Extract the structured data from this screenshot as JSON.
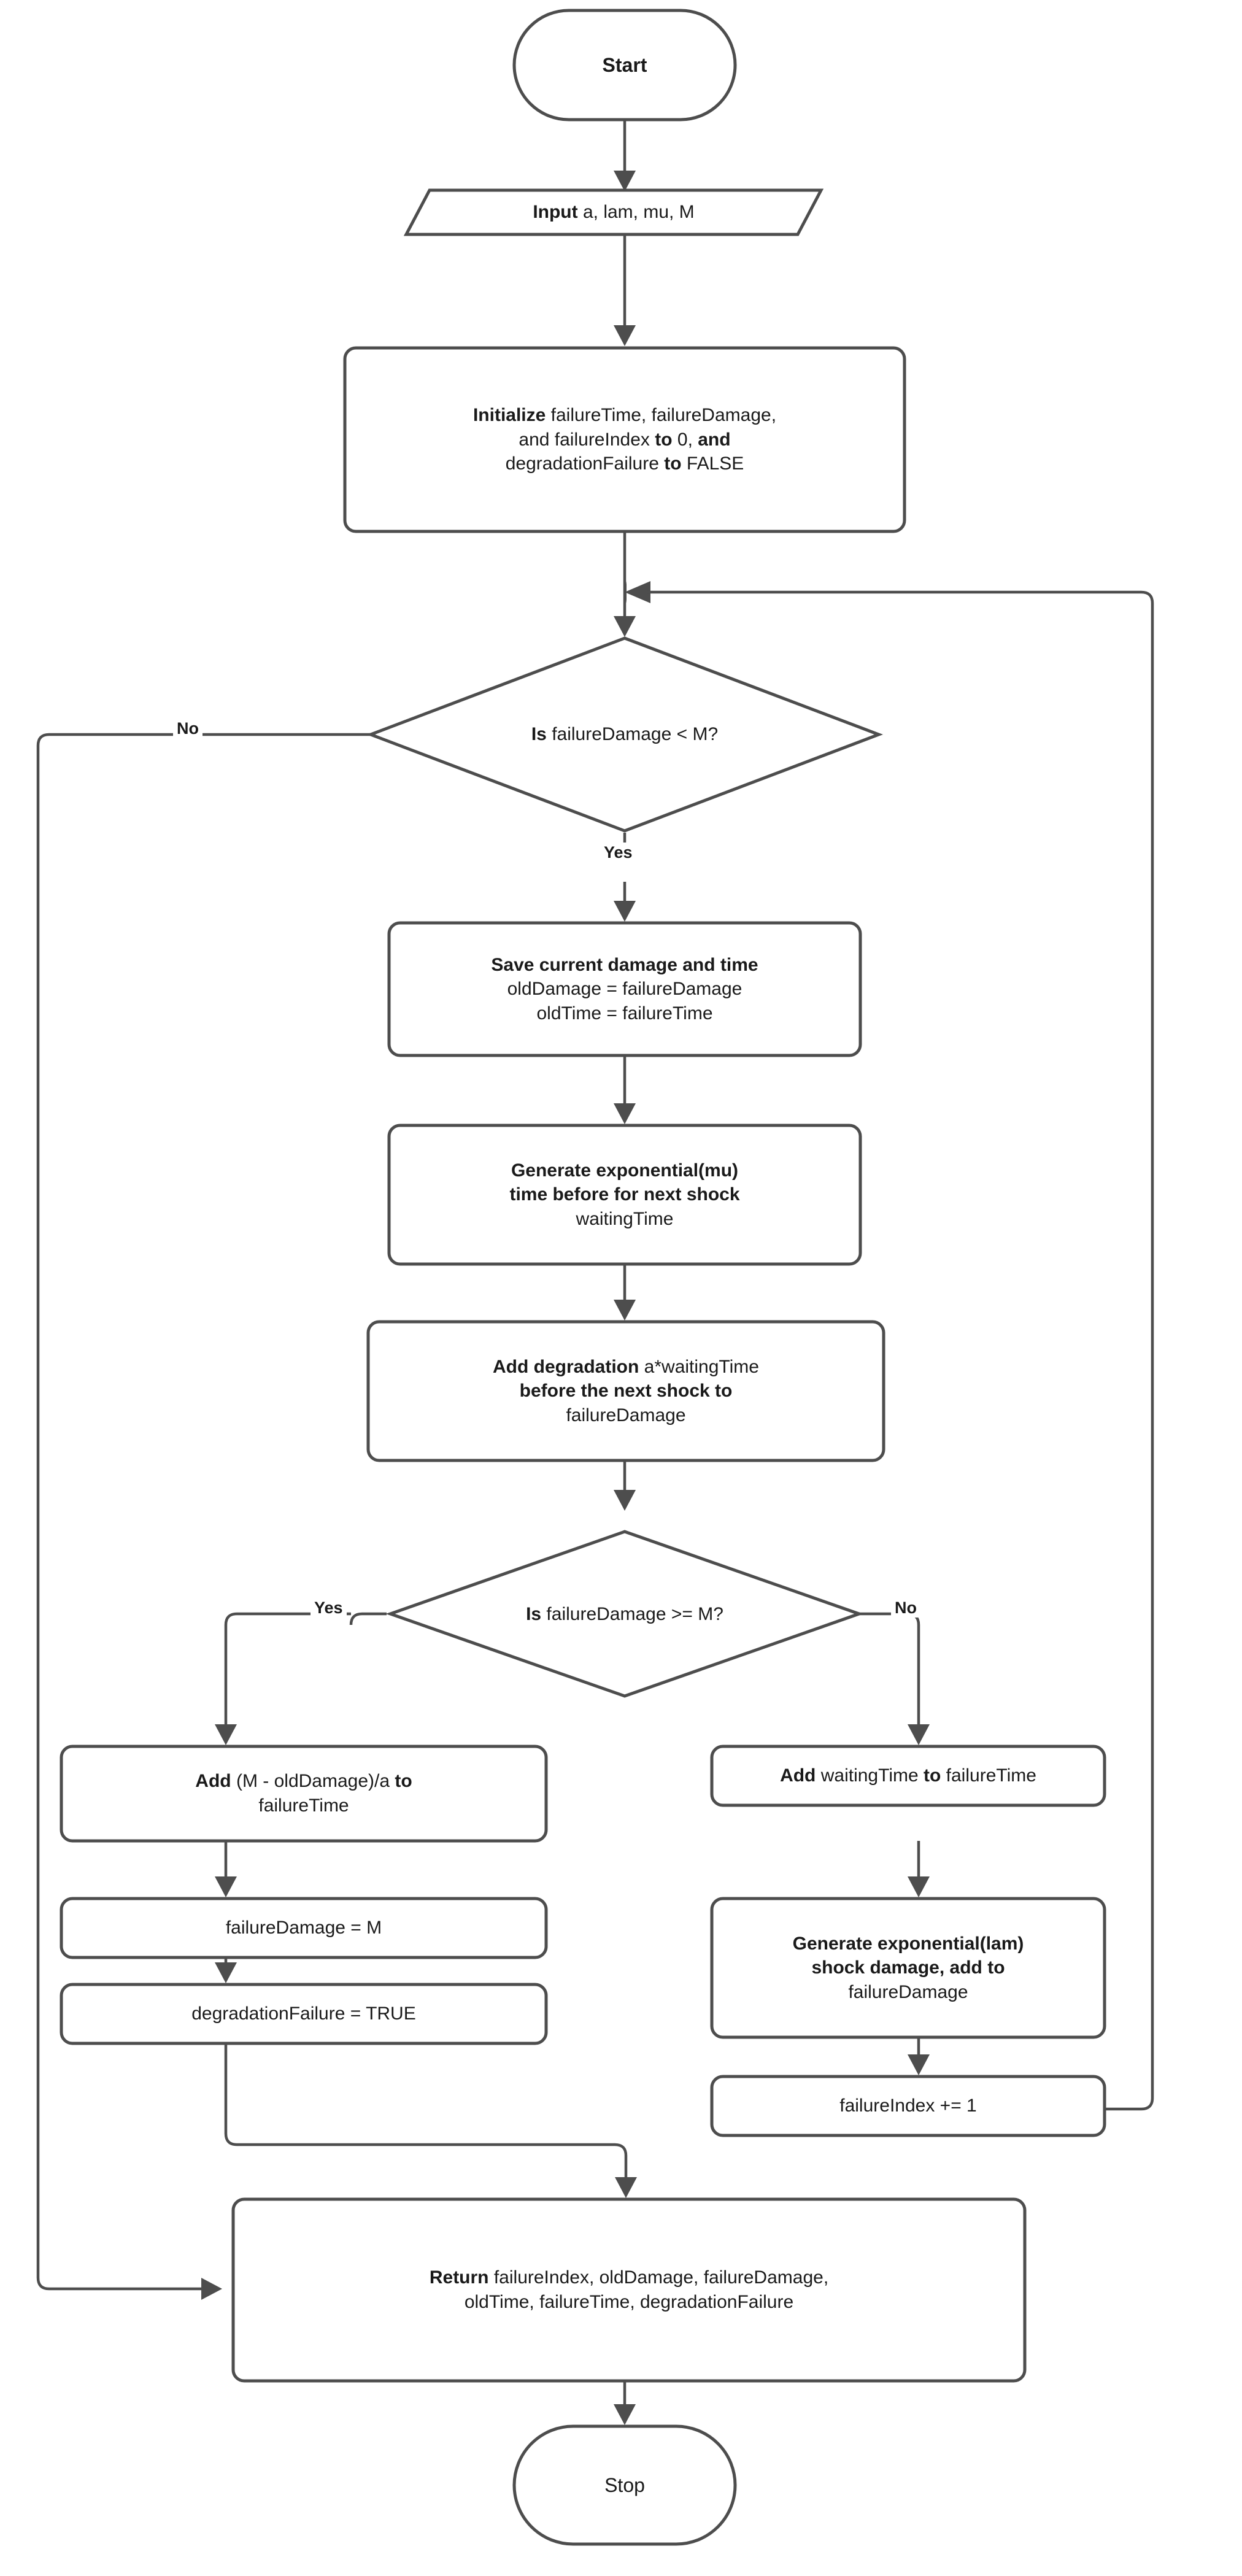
{
  "diagram": {
    "type": "flowchart",
    "title": "Degradation and shock failure simulation flowchart",
    "colors": {
      "stroke": "#4d4d4d",
      "fill": "#ffffff",
      "text": "#1a1a1a"
    }
  },
  "nodes": {
    "start": {
      "shape": "terminator",
      "label": "Start"
    },
    "input": {
      "shape": "parallelogram",
      "label_bold": "Input",
      "label_rest": " a, lam, mu, M"
    },
    "initialize": {
      "shape": "process",
      "line1_bold": "Initialize",
      "line1_rest": " failureTime, failureDamage,",
      "line2_a": "and failureIndex ",
      "line2_bold": "to",
      "line2_b": " 0, ",
      "line2_bold2": "and",
      "line3_a": "degradationFailure ",
      "line3_bold": "to",
      "line3_b": " FALSE"
    },
    "decision1": {
      "shape": "decision",
      "label_bold": "Is",
      "label_rest": " failureDamage < M?"
    },
    "save_state": {
      "shape": "process",
      "line1": "Save current damage and time",
      "line2": "oldDamage = failureDamage",
      "line3": "oldTime = failureTime"
    },
    "gen_wait": {
      "shape": "process",
      "line1": "Generate exponential(mu)",
      "line2": "time before for next shock",
      "line3": "waitingTime"
    },
    "add_degradation": {
      "shape": "process",
      "line1_bold": "Add degradation",
      "line1_rest": " a*waitingTime",
      "line2_bold": "before the next shock to",
      "line3": "failureDamage"
    },
    "decision2": {
      "shape": "decision",
      "label_bold": "Is",
      "label_rest": " failureDamage >= M?"
    },
    "add_time_left": {
      "shape": "process",
      "line1_bold": "Add",
      "line1_rest": " (M - oldDamage)/a ",
      "line1_bold2": "to",
      "line2": "failureTime"
    },
    "set_damage_m": {
      "shape": "process",
      "label": "failureDamage = M"
    },
    "set_degradation_true": {
      "shape": "process",
      "label": "degradationFailure = TRUE"
    },
    "add_wait_time": {
      "shape": "process",
      "line1_bold": "Add",
      "line1_rest": " waitingTime ",
      "line1_bold2": "to",
      "line1_rest2": " failureTime"
    },
    "gen_shock": {
      "shape": "process",
      "line1": "Generate exponential(lam)",
      "line2": "shock damage, add to",
      "line3": "failureDamage"
    },
    "incr_index": {
      "shape": "process",
      "label": "failureIndex += 1"
    },
    "return_node": {
      "shape": "process",
      "line1_bold": "Return",
      "line1_rest": " failureIndex, oldDamage, failureDamage,",
      "line2": "oldTime, failureTime, degradationFailure"
    },
    "stop": {
      "shape": "terminator",
      "label": "Stop"
    }
  },
  "edge_labels": {
    "d1_no": "No",
    "d1_yes": "Yes",
    "d2_yes": "Yes",
    "d2_no": "No"
  }
}
